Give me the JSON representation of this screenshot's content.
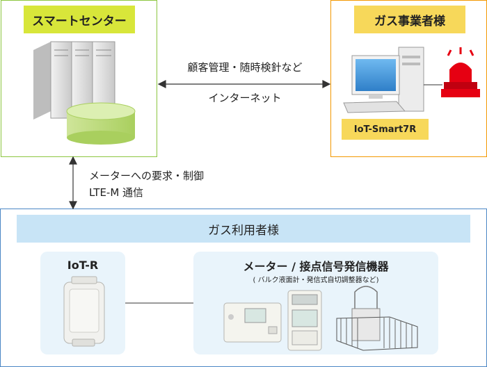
{
  "smart_center": {
    "label": "スマートセンター"
  },
  "gas_business": {
    "label": "ガス事業者様",
    "device_label": "IoT-Smart7R"
  },
  "link_top": {
    "line1": "顧客管理・随時検針など",
    "line2": "インターネット"
  },
  "link_left": {
    "line1": "メーターへの要求・制御",
    "line2": "LTE-M 通信"
  },
  "gas_user": {
    "label": "ガス利用者様",
    "iot_title": "IoT-R",
    "meter_title": "メーター / 接点信号発信機器",
    "meter_subtitle": "( バルク液面計・発信式自切調整器など)"
  },
  "colors": {
    "smart_border": "#8cc63f",
    "smart_label_bg": "#d8e63a",
    "gas_border": "#f39800",
    "gas_label_bg": "#f7d85a",
    "user_border": "#4a86c5",
    "user_banner_bg": "#c8e4f6",
    "panel_bg": "#e9f4fb"
  }
}
